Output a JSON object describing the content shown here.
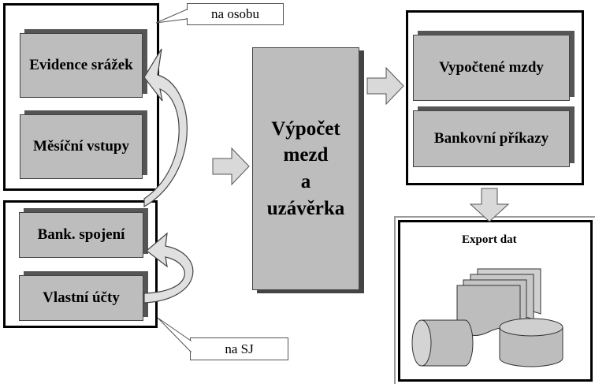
{
  "left_top": {
    "items": [
      "Evidence srážek",
      "Měsíční vstupy"
    ]
  },
  "left_bottom": {
    "items": [
      "Bank. spojení",
      "Vlastní účty"
    ]
  },
  "callouts": {
    "top": "na osobu",
    "bottom": "na SJ"
  },
  "center": {
    "label": "Výpočet\nmezd\na\nuzávěrka"
  },
  "right": {
    "items": [
      "Vypočtené mzdy",
      "Bankovní příkazy"
    ]
  },
  "export": {
    "title": "Export dat"
  },
  "colors": {
    "box_fill": "#bdbdbd",
    "shadow": "#555555",
    "arrow_fill": "#d9d9d9",
    "frame": "#000000"
  }
}
